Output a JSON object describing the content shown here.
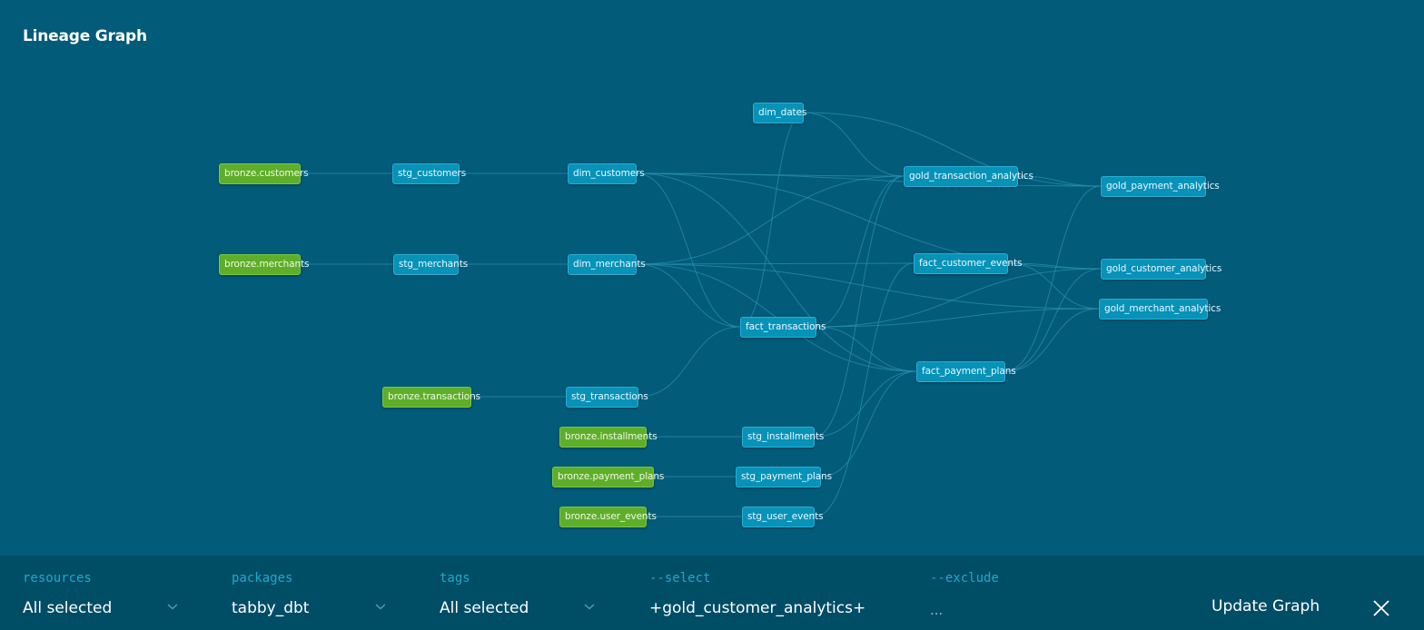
{
  "title": "Lineage Graph",
  "colors": {
    "background": "#015b79",
    "model_node": "#0792b8",
    "source_node": "#5fae2a",
    "edge": "#2a8fae",
    "filter_label": "#1ea9c9",
    "filter_bar": "#004d66"
  },
  "nodes": [
    {
      "id": "bronze_customers",
      "label": "bronze.customers",
      "kind": "source"
    },
    {
      "id": "bronze_merchants",
      "label": "bronze.merchants",
      "kind": "source"
    },
    {
      "id": "bronze_transactions",
      "label": "bronze.transactions",
      "kind": "source"
    },
    {
      "id": "bronze_installments",
      "label": "bronze.installments",
      "kind": "source"
    },
    {
      "id": "bronze_payment_plans",
      "label": "bronze.payment_plans",
      "kind": "source"
    },
    {
      "id": "bronze_user_events",
      "label": "bronze.user_events",
      "kind": "source"
    },
    {
      "id": "stg_customers",
      "label": "stg_customers",
      "kind": "model"
    },
    {
      "id": "stg_merchants",
      "label": "stg_merchants",
      "kind": "model"
    },
    {
      "id": "stg_transactions",
      "label": "stg_transactions",
      "kind": "model"
    },
    {
      "id": "stg_installments",
      "label": "stg_installments",
      "kind": "model"
    },
    {
      "id": "stg_payment_plans",
      "label": "stg_payment_plans",
      "kind": "model"
    },
    {
      "id": "stg_user_events",
      "label": "stg_user_events",
      "kind": "model"
    },
    {
      "id": "dim_customers",
      "label": "dim_customers",
      "kind": "model"
    },
    {
      "id": "dim_merchants",
      "label": "dim_merchants",
      "kind": "model"
    },
    {
      "id": "dim_dates",
      "label": "dim_dates",
      "kind": "model"
    },
    {
      "id": "fact_transactions",
      "label": "fact_transactions",
      "kind": "model"
    },
    {
      "id": "fact_customer_events",
      "label": "fact_customer_events",
      "kind": "model"
    },
    {
      "id": "fact_payment_plans",
      "label": "fact_payment_plans",
      "kind": "model"
    },
    {
      "id": "gold_transaction_analytics",
      "label": "gold_transaction_analytics",
      "kind": "model"
    },
    {
      "id": "gold_payment_analytics",
      "label": "gold_payment_analytics",
      "kind": "model"
    },
    {
      "id": "gold_customer_analytics",
      "label": "gold_customer_analytics",
      "kind": "model"
    },
    {
      "id": "gold_merchant_analytics",
      "label": "gold_merchant_analytics",
      "kind": "model"
    }
  ],
  "edges": [
    [
      "bronze_customers",
      "stg_customers"
    ],
    [
      "bronze_merchants",
      "stg_merchants"
    ],
    [
      "bronze_transactions",
      "stg_transactions"
    ],
    [
      "bronze_installments",
      "stg_installments"
    ],
    [
      "bronze_payment_plans",
      "stg_payment_plans"
    ],
    [
      "bronze_user_events",
      "stg_user_events"
    ],
    [
      "stg_customers",
      "dim_customers"
    ],
    [
      "stg_merchants",
      "dim_merchants"
    ],
    [
      "stg_transactions",
      "fact_transactions"
    ],
    [
      "stg_installments",
      "fact_payment_plans"
    ],
    [
      "stg_payment_plans",
      "fact_payment_plans"
    ],
    [
      "stg_user_events",
      "fact_customer_events"
    ],
    [
      "stg_installments",
      "gold_transaction_analytics"
    ],
    [
      "dim_customers",
      "fact_transactions"
    ],
    [
      "dim_customers",
      "fact_payment_plans"
    ],
    [
      "dim_customers",
      "gold_transaction_analytics"
    ],
    [
      "dim_customers",
      "gold_payment_analytics"
    ],
    [
      "dim_customers",
      "gold_customer_analytics"
    ],
    [
      "dim_merchants",
      "fact_transactions"
    ],
    [
      "dim_merchants",
      "fact_payment_plans"
    ],
    [
      "dim_merchants",
      "gold_transaction_analytics"
    ],
    [
      "dim_merchants",
      "gold_merchant_analytics"
    ],
    [
      "dim_merchants",
      "fact_customer_events"
    ],
    [
      "dim_dates",
      "gold_transaction_analytics"
    ],
    [
      "dim_dates",
      "gold_payment_analytics"
    ],
    [
      "dim_dates",
      "fact_transactions"
    ],
    [
      "fact_transactions",
      "gold_transaction_analytics"
    ],
    [
      "fact_transactions",
      "gold_customer_analytics"
    ],
    [
      "fact_transactions",
      "gold_merchant_analytics"
    ],
    [
      "fact_transactions",
      "fact_payment_plans"
    ],
    [
      "fact_customer_events",
      "gold_customer_analytics"
    ],
    [
      "fact_customer_events",
      "gold_merchant_analytics"
    ],
    [
      "fact_payment_plans",
      "gold_payment_analytics"
    ],
    [
      "fact_payment_plans",
      "gold_customer_analytics"
    ],
    [
      "fact_payment_plans",
      "gold_merchant_analytics"
    ],
    [
      "gold_transaction_analytics",
      "gold_payment_analytics"
    ]
  ],
  "filters": {
    "resources": {
      "label": "resources",
      "value": "All selected"
    },
    "packages": {
      "label": "packages",
      "value": "tabby_dbt"
    },
    "tags": {
      "label": "tags",
      "value": "All selected"
    },
    "select": {
      "label": "--select",
      "value": "+gold_customer_analytics+"
    },
    "exclude": {
      "label": "--exclude",
      "placeholder": "..."
    }
  },
  "actions": {
    "update_label": "Update Graph",
    "close_icon": "close-icon"
  }
}
